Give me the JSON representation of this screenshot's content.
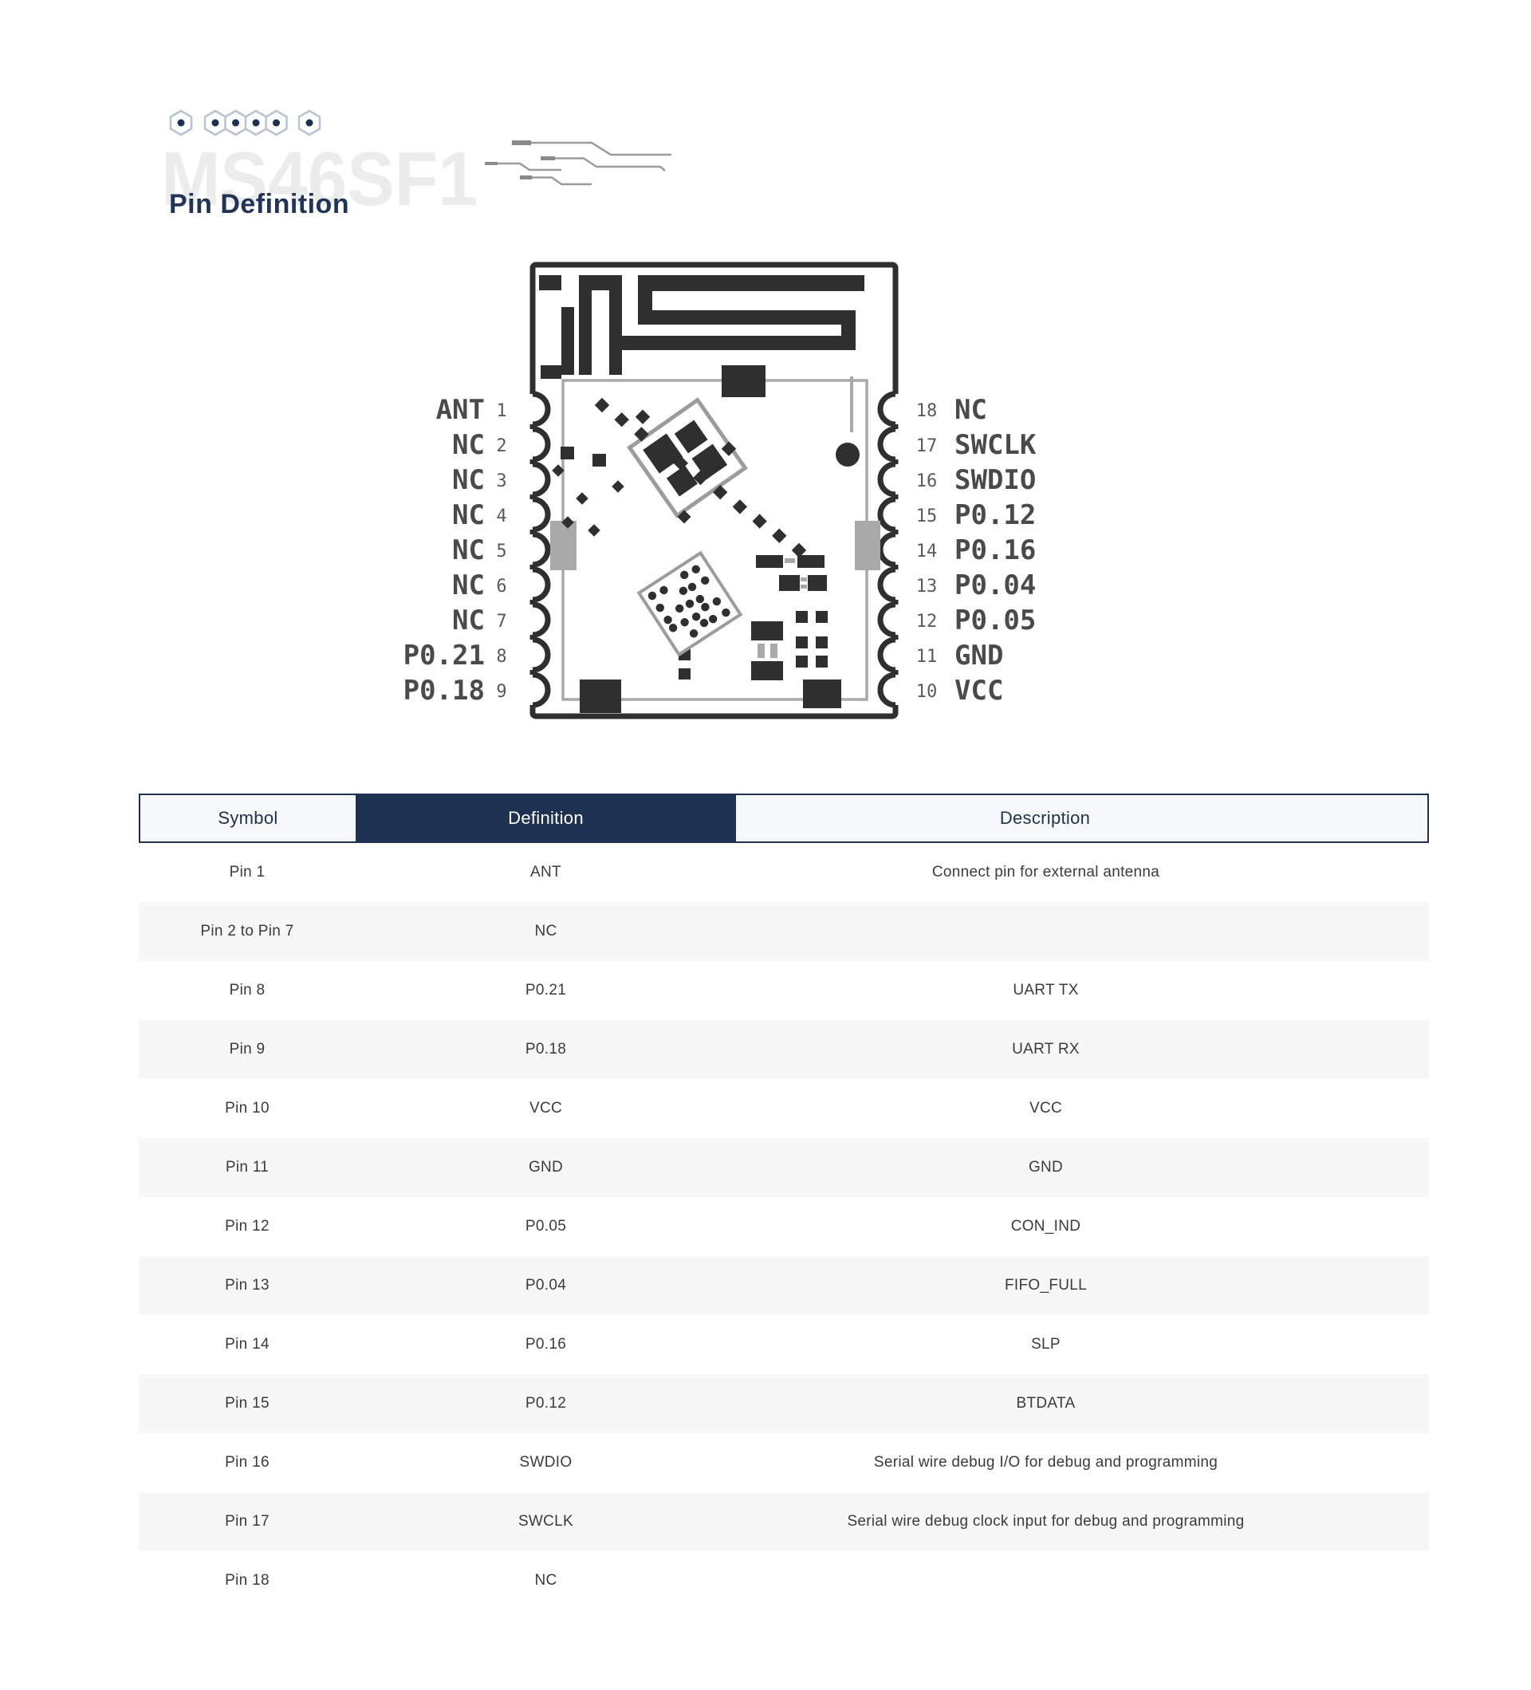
{
  "header": {
    "watermark": "MS46SF1",
    "title": "Pin Definition"
  },
  "diagram": {
    "pins_left": [
      {
        "num": "1",
        "label": "ANT"
      },
      {
        "num": "2",
        "label": "NC"
      },
      {
        "num": "3",
        "label": "NC"
      },
      {
        "num": "4",
        "label": "NC"
      },
      {
        "num": "5",
        "label": "NC"
      },
      {
        "num": "6",
        "label": "NC"
      },
      {
        "num": "7",
        "label": "NC"
      },
      {
        "num": "8",
        "label": "P0.21"
      },
      {
        "num": "9",
        "label": "P0.18"
      }
    ],
    "pins_right": [
      {
        "num": "18",
        "label": "NC"
      },
      {
        "num": "17",
        "label": "SWCLK"
      },
      {
        "num": "16",
        "label": "SWDIO"
      },
      {
        "num": "15",
        "label": "P0.12"
      },
      {
        "num": "14",
        "label": "P0.16"
      },
      {
        "num": "13",
        "label": "P0.04"
      },
      {
        "num": "12",
        "label": "P0.05"
      },
      {
        "num": "11",
        "label": "GND"
      },
      {
        "num": "10",
        "label": "VCC"
      }
    ]
  },
  "table": {
    "headers": [
      "Symbol",
      "Definition",
      "Description"
    ],
    "rows": [
      {
        "symbol": "Pin 1",
        "definition": "ANT",
        "description": "Connect pin for external antenna"
      },
      {
        "symbol": "Pin 2 to Pin 7",
        "definition": "NC",
        "description": ""
      },
      {
        "symbol": "Pin 8",
        "definition": "P0.21",
        "description": "UART TX"
      },
      {
        "symbol": "Pin 9",
        "definition": "P0.18",
        "description": "UART RX"
      },
      {
        "symbol": "Pin 10",
        "definition": "VCC",
        "description": "VCC"
      },
      {
        "symbol": "Pin 11",
        "definition": "GND",
        "description": "GND"
      },
      {
        "symbol": "Pin 12",
        "definition": "P0.05",
        "description": "CON_IND"
      },
      {
        "symbol": "Pin 13",
        "definition": "P0.04",
        "description": "FIFO_FULL"
      },
      {
        "symbol": "Pin 14",
        "definition": "P0.16",
        "description": "SLP"
      },
      {
        "symbol": "Pin 15",
        "definition": "P0.12",
        "description": "BTDATA"
      },
      {
        "symbol": "Pin 16",
        "definition": "SWDIO",
        "description": "Serial wire debug I/O for debug and programming"
      },
      {
        "symbol": "Pin 17",
        "definition": "SWCLK",
        "description": "Serial wire debug clock input for debug and programming"
      },
      {
        "symbol": "Pin 18",
        "definition": "NC",
        "description": ""
      }
    ]
  },
  "colors": {
    "navy": "#1e3150",
    "title_navy": "#1f3456",
    "stripe_gray": "#f7f7f7",
    "module_ink": "#2f2f2f",
    "module_gray": "#a9a9a9",
    "watermark_gray": "#ececec"
  }
}
